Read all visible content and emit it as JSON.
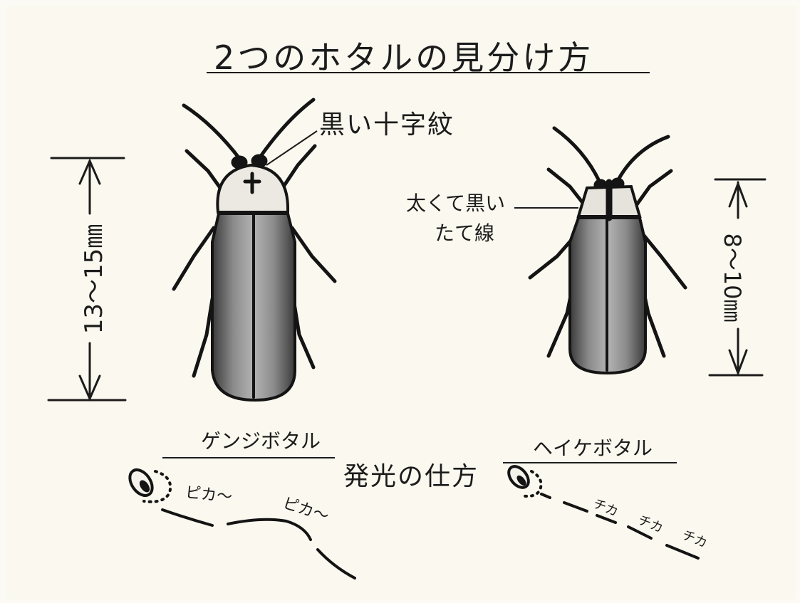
{
  "title": "2つのホタルの見分け方",
  "labels": {
    "cross_mark": "黒い十字紋",
    "thick_line_1": "太くて黒い",
    "thick_line_2": "たて線",
    "size_large": "13〜15㎜",
    "size_small": "8〜10㎜",
    "genji_name": "ゲンジボタル",
    "heike_name": "ヘイケボタル",
    "glow_method": "発光の仕方",
    "genji_glow_1": "ピカ〜",
    "genji_glow_2": "ピカ〜",
    "heike_glow_1": "チカ",
    "heike_glow_2": "チカ",
    "heike_glow_3": "チカ"
  },
  "colors": {
    "paper": "#fbf9ef",
    "ink": "#1c1c1c",
    "pronotum": "#e8e6e0",
    "wing_shade": "#6f6f6f"
  }
}
